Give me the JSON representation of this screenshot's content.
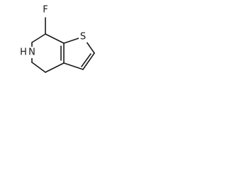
{
  "diagram": {
    "atoms": {
      "fluorine": "F",
      "sulfur": "S",
      "nitrogen_hydrogen": "H",
      "nitrogen": "N"
    },
    "colors": {
      "ink": "#1a1a1a",
      "background": "#ffffff"
    }
  }
}
